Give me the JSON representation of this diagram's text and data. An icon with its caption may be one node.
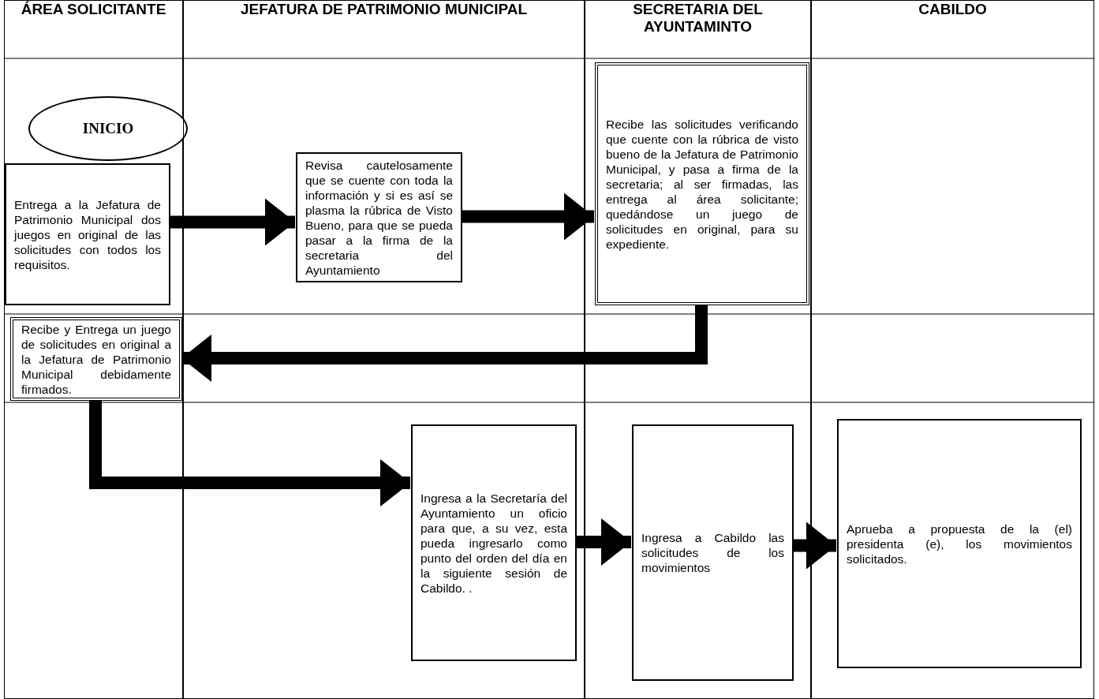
{
  "diagram": {
    "nodes": [
      {
        "text": [
          "ÁREA SOLICITANTE"
        ]
      },
      {
        "text": [
          "JEFATURA DE PATRIMONIO MUNICIPAL"
        ]
      },
      {
        "text": [
          "SECRETARIA DEL AYUNTAMINTO"
        ]
      },
      {
        "text": [
          "CABILDO"
        ]
      },
      {
        "text": [
          "INICIO"
        ],
        "in": 0
      },
      {
        "text": [
          "Entrega a la Jefatura de Patrimonio Municipal dos juegos en original de las solicitudes con todos los requisitos."
        ],
        "in": 0
      },
      {
        "text": [
          "Revisa cautelosamente que se cuente con toda la información y si es así se plasma la rúbrica de Visto Bueno, para que se pueda pasar a la firma de la secretaria del Ayuntamiento"
        ],
        "in": 1
      },
      {
        "text": [
          "Recibe las solicitudes verificando que cuente con la rúbrica de visto bueno de la Jefatura de Patrimonio Municipal, y pasa a firma de la secretaria; al ser firmadas, las entrega al área solicitante; quedándose un juego de solicitudes en original, para su expediente."
        ],
        "in": 2
      },
      {
        "text": [
          "Recibe y Entrega un juego de solicitudes en original a la Jefatura de Patrimonio Municipal debidamente firmados."
        ],
        "in": 0
      },
      {
        "text": [
          "Ingresa a la Secretaría del Ayuntamiento un oficio para que, a su vez, esta pueda ingresarlo como punto del orden del día en la siguiente sesión de Cabildo. ."
        ],
        "in": 1
      },
      {
        "text": [
          "Ingresa a Cabildo las solicitudes de los movimientos"
        ],
        "in": 2
      },
      {
        "text": [
          "Aprueba a propuesta de la (el) presidenta (e), los movimientos solicitados."
        ],
        "in": 3
      }
    ],
    "edges": [
      {
        "from": 5,
        "to": 6,
        "arrow": "to"
      },
      {
        "from": 6,
        "to": 7,
        "arrow": "to"
      },
      {
        "from": 7,
        "to": 8,
        "arrow": "to"
      },
      {
        "from": 8,
        "to": 9,
        "arrow": "to"
      },
      {
        "from": 9,
        "to": 10,
        "arrow": "to"
      },
      {
        "from": 10,
        "to": 11,
        "arrow": "to"
      }
    ]
  }
}
